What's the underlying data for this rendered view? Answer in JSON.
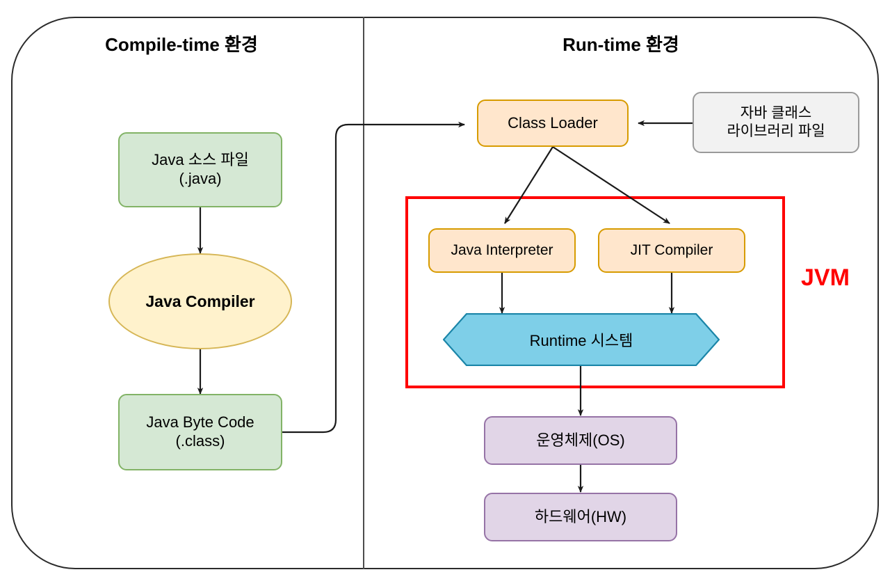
{
  "diagram": {
    "title_compile": "Compile-time 환경",
    "title_runtime": "Run-time 환경",
    "jvm_label": "JVM",
    "colors": {
      "green_fill": "#d5e8d4",
      "green_stroke": "#82b366",
      "orange_fill": "#ffe6cc",
      "orange_stroke": "#d79b00",
      "yellow_fill": "#fff2cc",
      "yellow_stroke": "#d6b656",
      "blue_fill": "#7ecfe8",
      "blue_stroke": "#1a85a8",
      "purple_fill": "#e1d5e7",
      "purple_stroke": "#9673a6",
      "grey_fill": "#f2f2f2",
      "grey_stroke": "#9a9a9a",
      "jvm_border": "#ff0000",
      "edge_stroke": "#2b2b2b",
      "frame_stroke": "#2b2b2b"
    },
    "nodes": {
      "java_source": "Java 소스 파일\n(.java)",
      "java_compiler": "Java Compiler",
      "java_bytecode": "Java Byte Code\n(.class)",
      "class_loader": "Class Loader",
      "class_library": "자바 클래스\n라이브러리 파일",
      "java_interpreter": "Java Interpreter",
      "jit_compiler": "JIT Compiler",
      "runtime_system": "Runtime 시스템",
      "operating_system": "운영체제(OS)",
      "hardware": "하드웨어(HW)"
    },
    "edges": [
      {
        "from": "java_source",
        "to": "java_compiler"
      },
      {
        "from": "java_compiler",
        "to": "java_bytecode"
      },
      {
        "from": "java_bytecode",
        "to": "class_loader"
      },
      {
        "from": "class_library",
        "to": "class_loader"
      },
      {
        "from": "class_loader",
        "to": "java_interpreter"
      },
      {
        "from": "class_loader",
        "to": "jit_compiler"
      },
      {
        "from": "java_interpreter",
        "to": "runtime_system"
      },
      {
        "from": "jit_compiler",
        "to": "runtime_system"
      },
      {
        "from": "runtime_system",
        "to": "operating_system"
      },
      {
        "from": "operating_system",
        "to": "hardware"
      }
    ]
  }
}
